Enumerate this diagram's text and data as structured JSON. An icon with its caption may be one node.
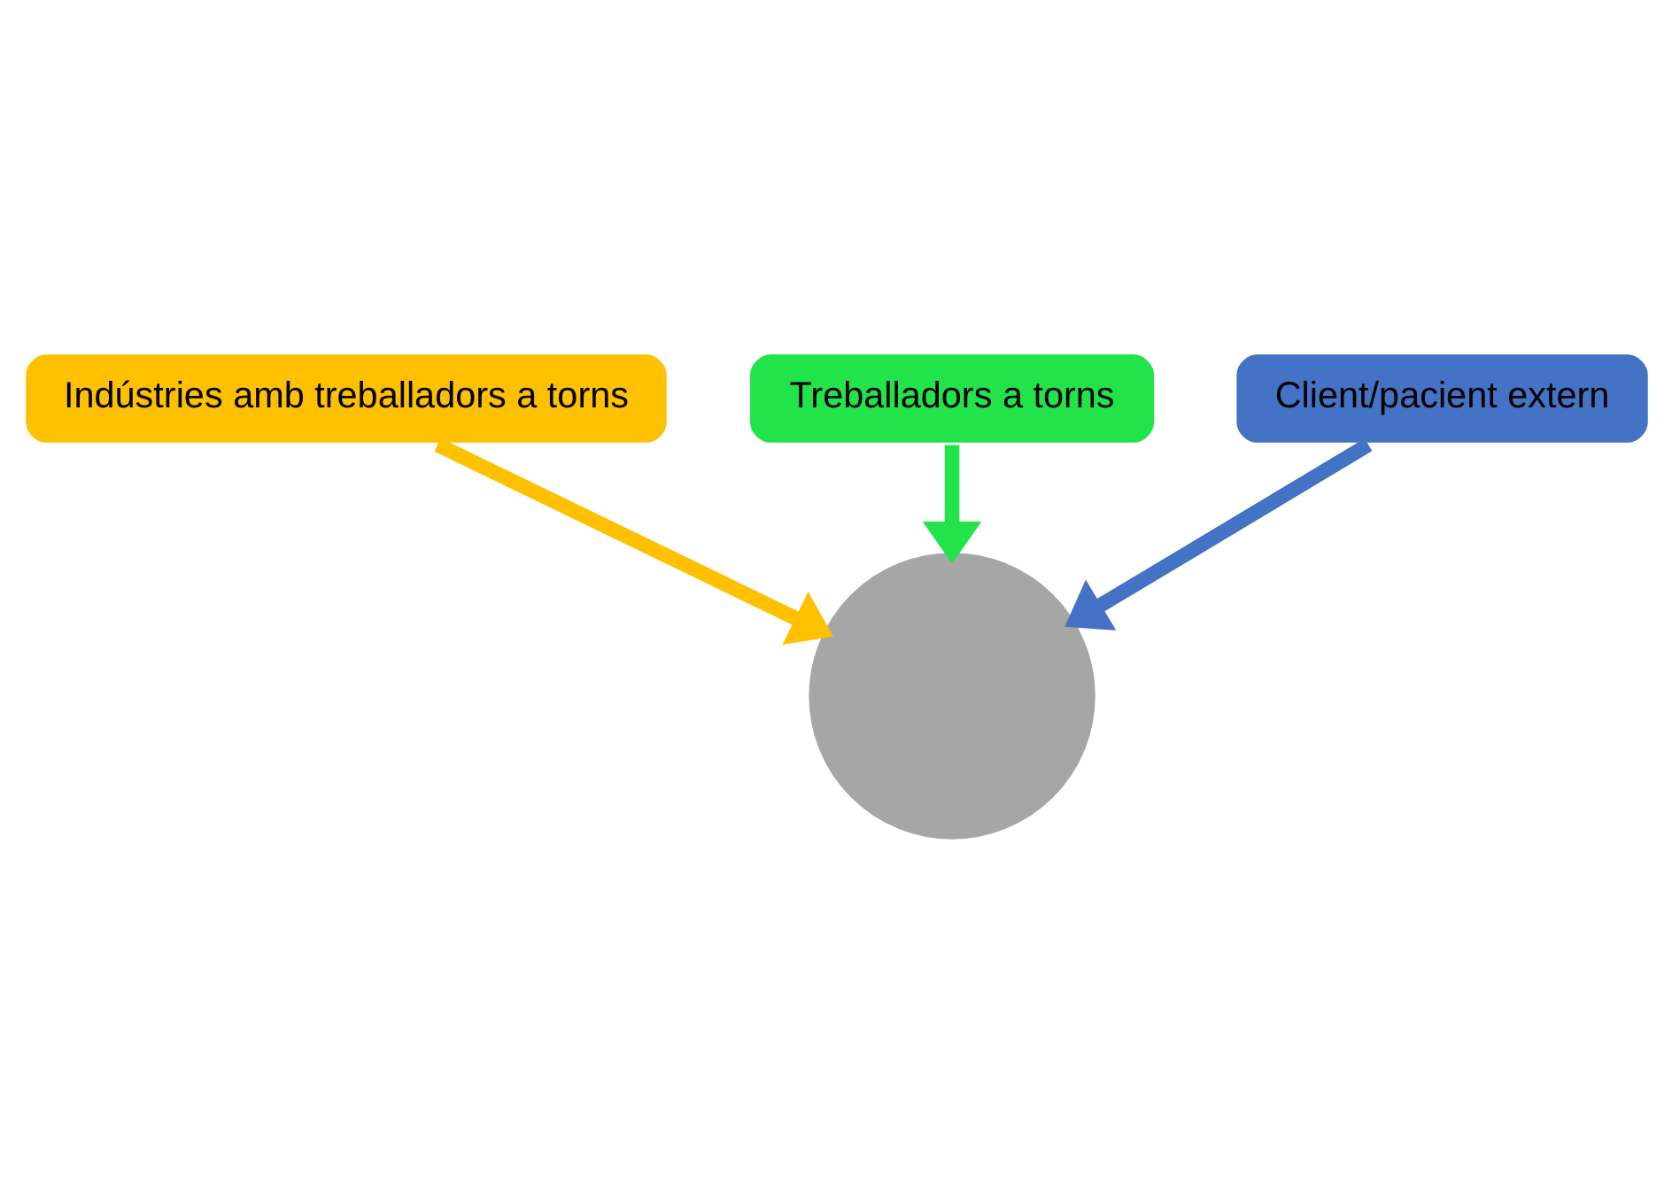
{
  "diagram": {
    "nodes": [
      {
        "text": [
          "Treballadors a torns"
        ]
      },
      {
        "text": [
          "Indústries amb treballadors a torns"
        ]
      },
      {
        "text": [
          "Client/pacient extern"
        ]
      },
      {
        "text": [],
        "shape": "circle"
      }
    ],
    "edges": [
      {
        "from": 1,
        "to": 3,
        "arrow": "to",
        "color": "#ffc000"
      },
      {
        "from": 0,
        "to": 3,
        "arrow": "to",
        "color": "#22e34a"
      },
      {
        "from": 2,
        "to": 3,
        "arrow": "to",
        "color": "#4472c4"
      }
    ]
  }
}
